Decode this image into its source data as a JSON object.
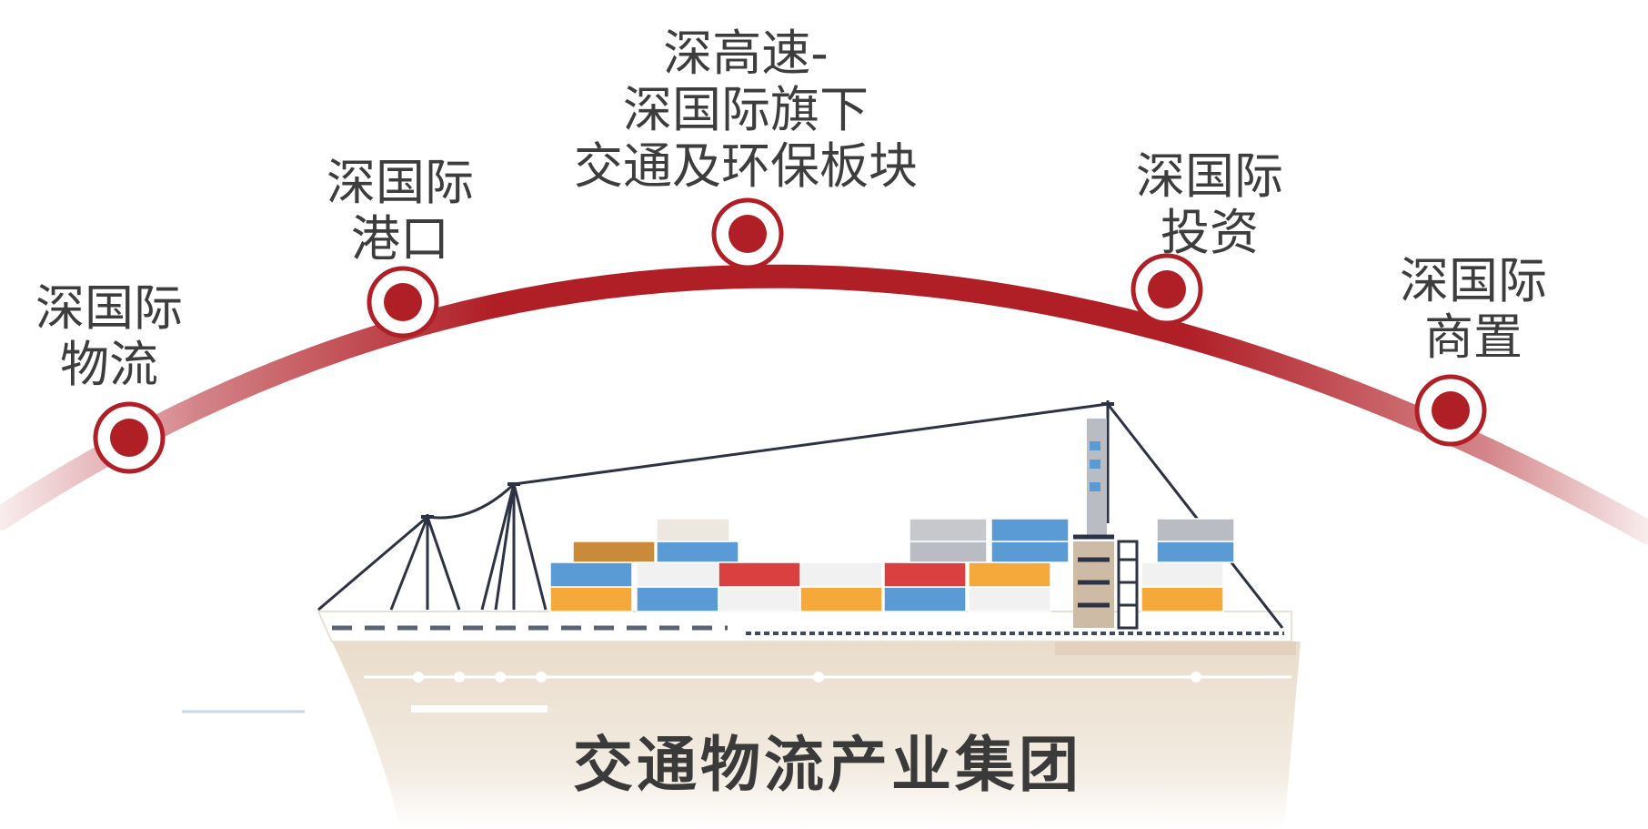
{
  "arc_nodes": [
    {
      "lines": [
        "深国际",
        "物流"
      ]
    },
    {
      "lines": [
        "深国际",
        "港口"
      ]
    },
    {
      "lines": [
        "深高速-",
        "深国际旗下",
        "交通及环保板块"
      ]
    },
    {
      "lines": [
        "深国际",
        "投资"
      ]
    },
    {
      "lines": [
        "深国际",
        "商置"
      ]
    }
  ],
  "ship": {
    "title": "交通物流产业集团"
  },
  "colors": {
    "arc": "#b01e26",
    "text": "#3d3d3d",
    "hull": "#efe4d5",
    "container_blue": "#5b9bd5",
    "container_orange": "#f4a93a",
    "container_red": "#d9403f",
    "container_grey": "#b9bcc2",
    "container_white": "#f1f1f1"
  }
}
